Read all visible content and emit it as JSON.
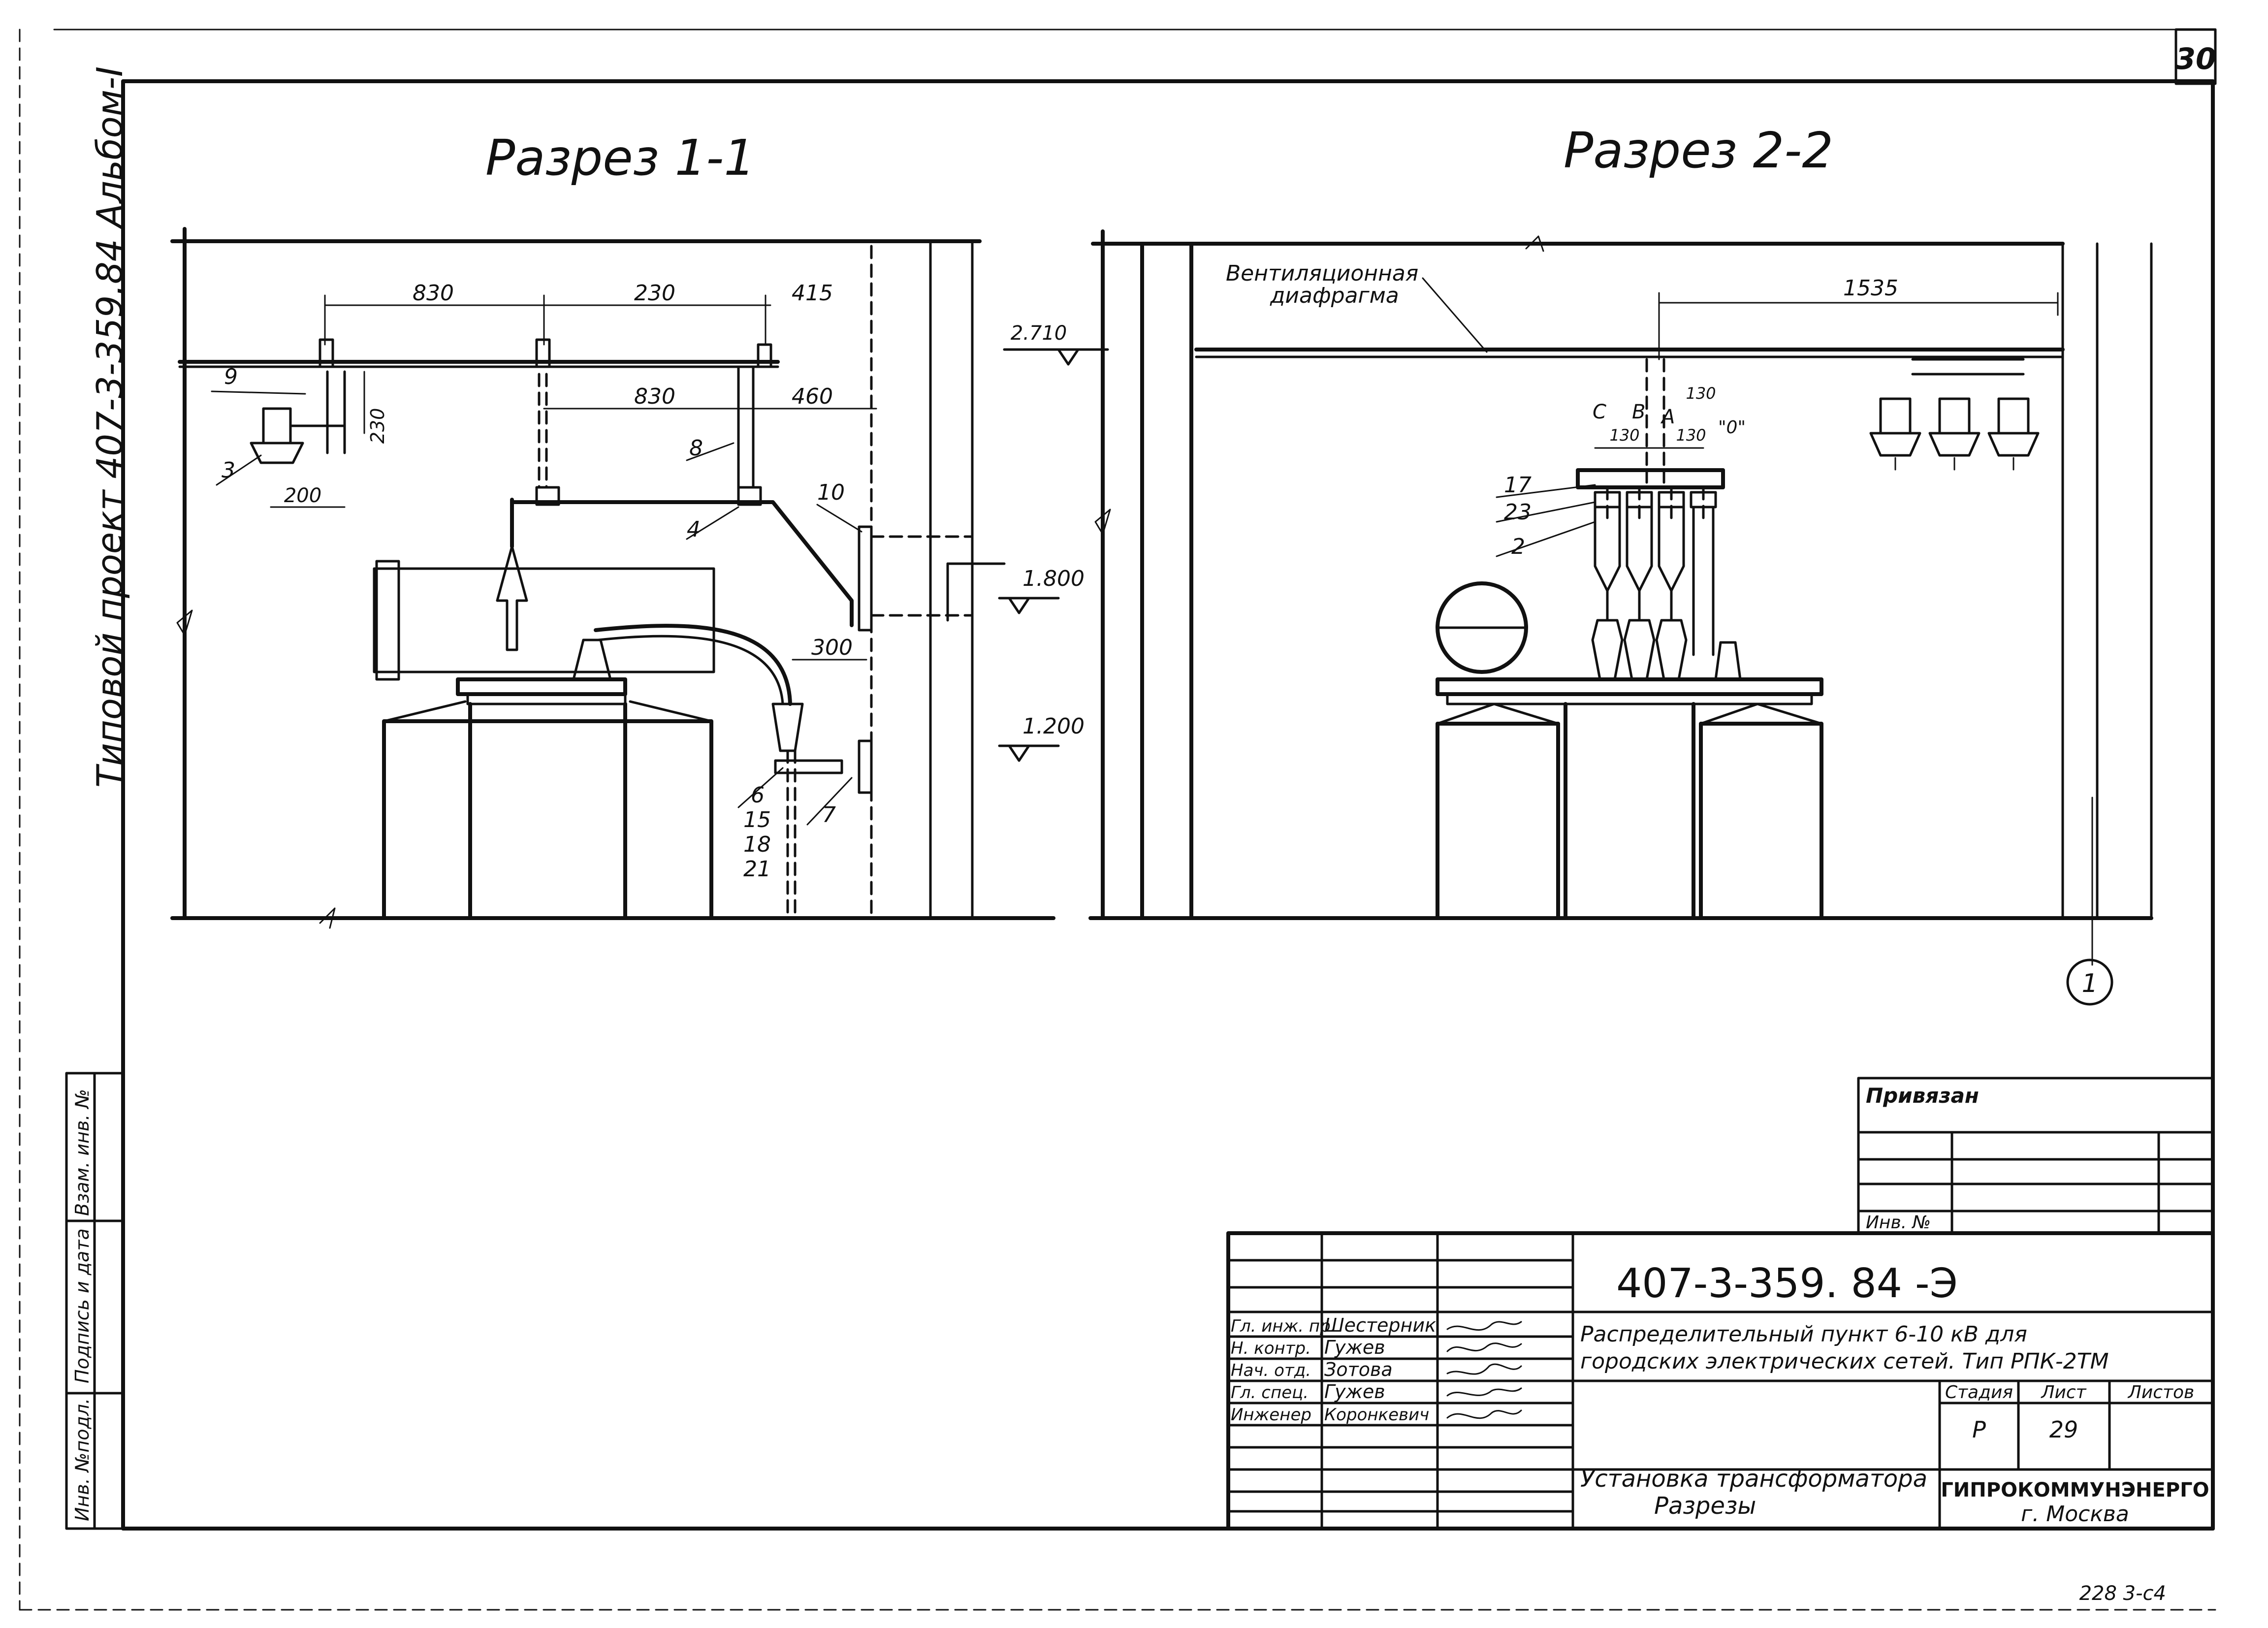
{
  "sheet": {
    "sheet_corner_number": "30",
    "side_stamp_text": "Типовой проект 407-3-359.84 Альбом-I",
    "bottom_right_stamp": "228 3-с4"
  },
  "left_column": {
    "labels": [
      "Инв. №подл.",
      "Подпись и дата",
      "Взам. инв. №"
    ]
  },
  "section_1": {
    "title": "Разрез 1-1",
    "dims": {
      "d830": "830",
      "d230": "230",
      "d415": "415",
      "d830b": "830",
      "d460": "460",
      "d230v": "230",
      "d200": "200",
      "d300": "300"
    },
    "levels": {
      "l2710": "2.710",
      "l1800": "1.800",
      "l1200": "1.200"
    },
    "callouts": {
      "c9": "9",
      "c3": "3",
      "c8": "8",
      "c4": "4",
      "c10": "10",
      "c6": "6",
      "c15": "15",
      "c18": "18",
      "c21": "21",
      "c7": "7"
    }
  },
  "section_2": {
    "title": "Разрез 2-2",
    "vent_label_line1": "Вентиляционная",
    "vent_label_line2": "диафрагма",
    "dims": {
      "d1535": "1535",
      "d130a": "130",
      "d130b": "130",
      "d130c": "130"
    },
    "phase_labels": {
      "c": "С",
      "b": "В",
      "a": "А",
      "o": "\"0\""
    },
    "callouts": {
      "c17": "17",
      "c23": "23",
      "c2": "2"
    },
    "axis_marker": "1"
  },
  "title_block": {
    "privyazan": "Привязан",
    "inv_no": "Инв. №",
    "project_code": "407-3-359. 84 -Э",
    "description_line1": "Распределительный пункт 6-10 кВ для",
    "description_line2": "городских электрических сетей. Тип РПК-2ТМ",
    "stage_header": "Стадия",
    "sheet_header": "Лист",
    "sheets_header": "Листов",
    "stage_value": "Р",
    "sheet_value": "29",
    "drawing_title_line1": "Установка трансформатора",
    "drawing_title_line2": "Разрезы",
    "org_name": "ГИПРОКОММУНЭНЕРГО",
    "org_city": "г. Москва",
    "signers": [
      {
        "role": "Гл. инж. пр.",
        "name": "Шестерник"
      },
      {
        "role": "Н. контр.",
        "name": "Гужев"
      },
      {
        "role": "Нач. отд.",
        "name": "Зотова"
      },
      {
        "role": "Гл. спец.",
        "name": "Гужев"
      },
      {
        "role": "Инженер",
        "name": "Коронкевич"
      }
    ]
  }
}
